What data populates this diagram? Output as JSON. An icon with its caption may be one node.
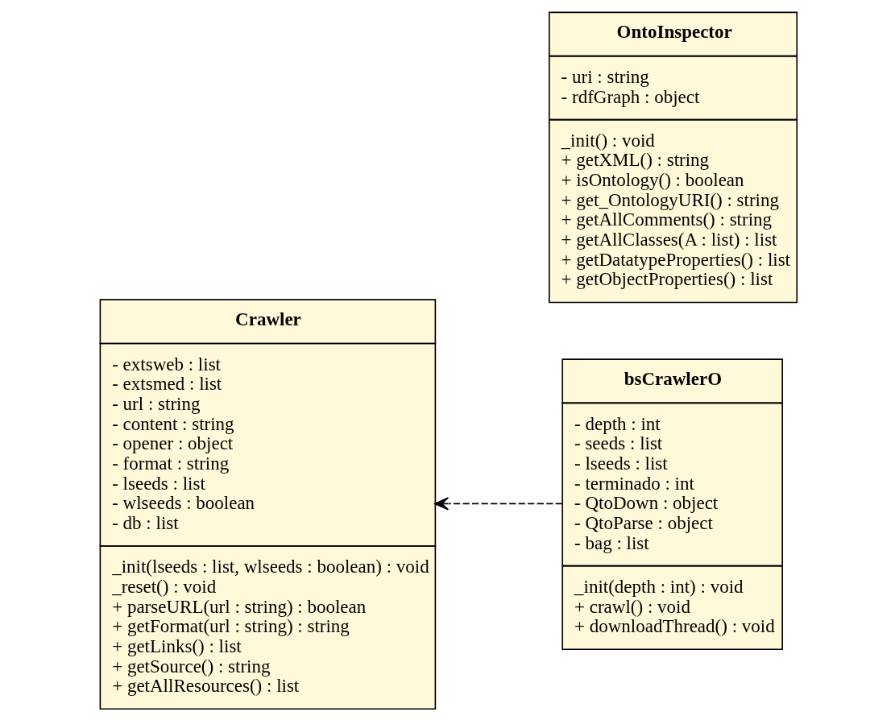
{
  "diagram": {
    "nodes": [
      {
        "text": [
          "Crawler",
          "- extsweb : list",
          "- extsmed : list",
          "- url : string",
          "- content : string",
          "- opener : object",
          "- format : string",
          "- lseeds : list",
          "- wlseeds : boolean",
          "- db : list",
          "_init(lseeds : list, wlseeds : boolean) : void",
          "_reset() : void",
          "+ parseURL(url : string) : boolean",
          "+ getFormat(url : string) : string",
          "+ getLinks() : list",
          "+ getSource() : string",
          "+ getAllResources() : list"
        ]
      },
      {
        "text": [
          "bsCrawlerO",
          "- depth : int",
          "- seeds : list",
          "- lseeds : list",
          "- terminado : int",
          "- QtoDown : object",
          "- QtoParse : object",
          "- bag : list",
          "_init(depth : int) : void",
          "+ crawl() : void",
          "+ downloadThread() : void"
        ]
      },
      {
        "text": [
          "OntoInspector",
          "- uri : string",
          "- rdfGraph : object",
          "_init() : void",
          "+ getXML() : string",
          "+ isOntology() : boolean",
          "+ get_OntologyURI() : string",
          "+ getAllComments() : string",
          "+ getAllClasses(A : list) : list",
          "+ getDatatypeProperties() : list",
          "+ getObjectProperties() : list"
        ]
      }
    ],
    "edges": [
      {
        "from": 1,
        "to": 0,
        "arrow": "to",
        "style": "dashed"
      }
    ]
  }
}
